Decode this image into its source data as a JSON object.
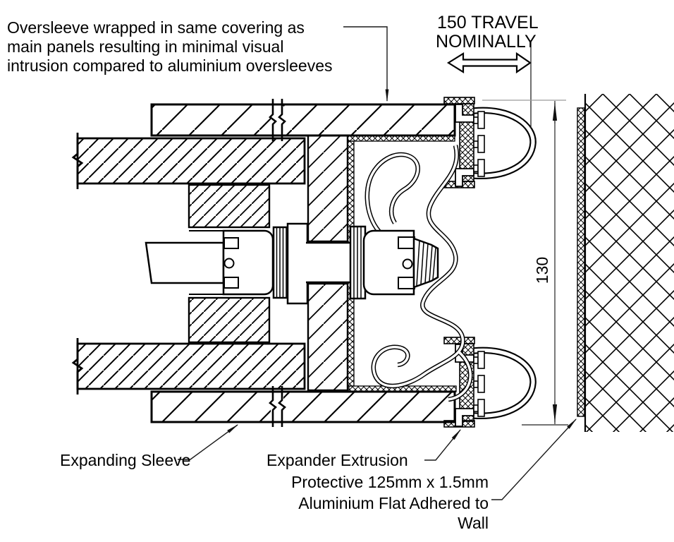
{
  "drawing": {
    "note": {
      "lines": [
        "Oversleeve wrapped in same covering as",
        "main panels resulting in minimal visual",
        "intrusion compared to aluminium oversleeves"
      ]
    },
    "travel": {
      "lines": [
        "150 TRAVEL",
        "NOMINALLY"
      ]
    },
    "dimensions": {
      "height": "130"
    },
    "labels": {
      "expanding_sleeve": "Expanding Sleeve",
      "expander_extrusion": "Expander Extrusion",
      "protective": {
        "lines": [
          "Protective 125mm x 1.5mm",
          "Aluminium Flat Adhered to",
          "Wall"
        ]
      }
    },
    "colors": {
      "line": "#000000",
      "background": "#ffffff",
      "extension_line": "#9a9a9a",
      "dimension_line": "#222222"
    }
  }
}
